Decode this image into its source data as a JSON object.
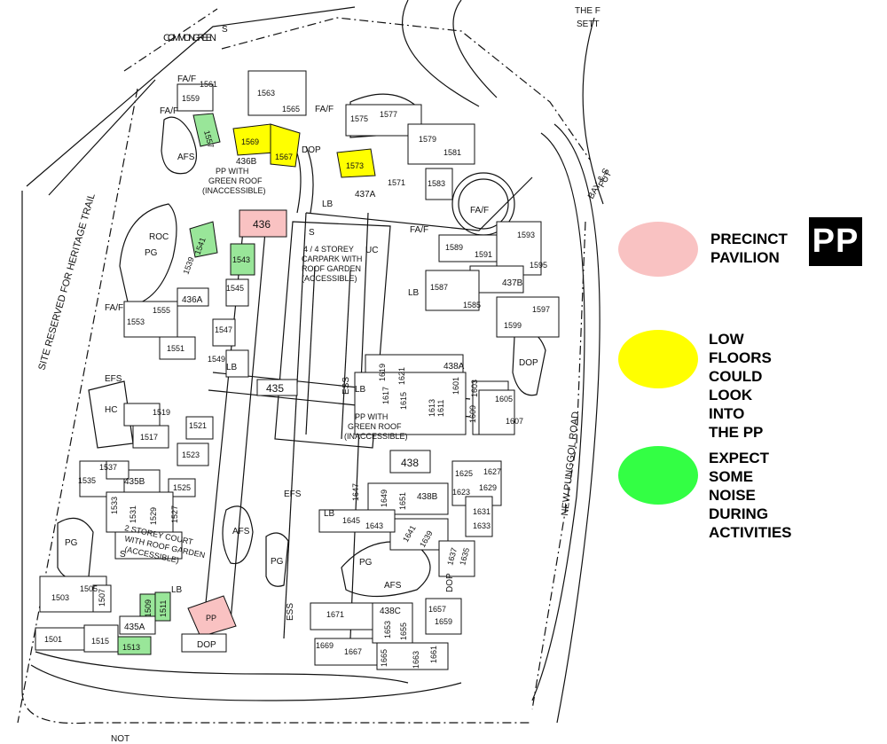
{
  "map": {
    "labels": {
      "common_green": "COMMON GREEN",
      "top_right_1": "THE F",
      "top_right_2": "SETT",
      "site_reserved": "SITE RESERVED FOR HERITAGE TRAIL",
      "new_punggol_road": "NEW PUNGGOL ROAD",
      "fut": "FUT",
      "bay": "BAY & S",
      "afs": "AFS",
      "pg": "PG",
      "roc": "ROC",
      "efs": "EFS",
      "hc": "HC",
      "dop": "DOP",
      "lb": "LB",
      "uc": "UC",
      "ess": "ESS",
      "fa_f": "FA/F",
      "s": "S",
      "pp_green_roof_top_1": "PP WITH",
      "pp_green_roof_top_2": "GREEN ROOF",
      "pp_green_roof_top_3": "(INACCESSIBLE)",
      "carpark_1": "4 / 4 STOREY",
      "carpark_2": "CARPARK WITH",
      "carpark_3": "ROOF GARDEN",
      "carpark_4": "(ACCESSIBLE)",
      "pp_green_roof_mid_1": "PP WITH",
      "pp_green_roof_mid_2": "GREEN ROOF",
      "pp_green_roof_mid_3": "(INACCESSIBLE)",
      "court_1": "2 STOREY COURT",
      "court_2": "WITH ROOF GARDEN",
      "court_3": "(ACCESSIBLE)",
      "pp": "PP",
      "bottom": "NOT"
    },
    "blocks": {
      "b436": "436",
      "b435": "435",
      "b438": "438",
      "b436a": "436A",
      "b436b": "436B",
      "b437a": "437A",
      "b437b": "437B",
      "b438a": "438A",
      "b438b": "438B",
      "b438c": "438C",
      "b435a": "435A",
      "b435b": "435B",
      "b1557": "1557",
      "b1559": "1559",
      "b1561": "1561",
      "b1563": "1563",
      "b1565": "1565",
      "b1569": "1569",
      "b1567": "1567",
      "b1573": "1573",
      "b1575": "1575",
      "b1577": "1577",
      "b1579": "1579",
      "b1581": "1581",
      "b1583": "1583",
      "b1571": "1571",
      "b1589": "1589",
      "b1591": "1591",
      "b1593": "1593",
      "b1595": "1595",
      "b1587": "1587",
      "b1585": "1585",
      "b1597": "1597",
      "b1599": "1599",
      "b1605": "1605",
      "b1607": "1607",
      "b1541": "1541",
      "b1539": "1539",
      "b1543": "1543",
      "b1545": "1545",
      "b1553": "1553",
      "b1555": "1555",
      "b1547": "1547",
      "b1551": "1551",
      "b1549": "1549",
      "b1519": "1519",
      "b1517": "1517",
      "b1521": "1521",
      "b1523": "1523",
      "b1537": "1537",
      "b1535": "1535",
      "b1525": "1525",
      "b1533": "1533",
      "b1531": "1531",
      "b1529": "1529",
      "b1527": "1527",
      "b1503": "1503",
      "b1505": "1505",
      "b1507": "1507",
      "b1509": "1509",
      "b1511": "1511",
      "b1501": "1501",
      "b1515": "1515",
      "b1513": "1513",
      "b1619": "1619",
      "b1621": "1621",
      "b1617": "1617",
      "b1615": "1615",
      "b1613": "1613",
      "b1611": "1611",
      "b1601": "1601",
      "b1603": "1603",
      "b1609": "1609",
      "b1625": "1625",
      "b1627": "1627",
      "b1623": "1623",
      "b1629": "1629",
      "b1631": "1631",
      "b1633": "1633",
      "b1647": "1647",
      "b1649": "1649",
      "b1651": "1651",
      "b1645": "1645",
      "b1643": "1643",
      "b1641": "1641",
      "b1639": "1639",
      "b1637": "1637",
      "b1635": "1635",
      "b1671": "1671",
      "b1669": "1669",
      "b1667": "1667",
      "b1653": "1653",
      "b1655": "1655",
      "b1657": "1657",
      "b1659": "1659",
      "b1665": "1665",
      "b1663": "1663",
      "b1661": "1661"
    }
  },
  "legend": {
    "pp_badge": "PP",
    "items": [
      {
        "text": "PRECINCT\nPAVILION",
        "color": "#f9c2c2"
      },
      {
        "text": "LOW FLOORS\nCOULD LOOK\nINTO THE PP",
        "color": "#ffff00"
      },
      {
        "text": "EXPECT SOME\nNOISE DURING\nACTIVITIES",
        "color": "#33ff44"
      }
    ]
  },
  "colors": {
    "pavilion": "#f9c2c2",
    "low_floor": "#ffff00",
    "noise": "#99e699",
    "line": "#111111"
  }
}
